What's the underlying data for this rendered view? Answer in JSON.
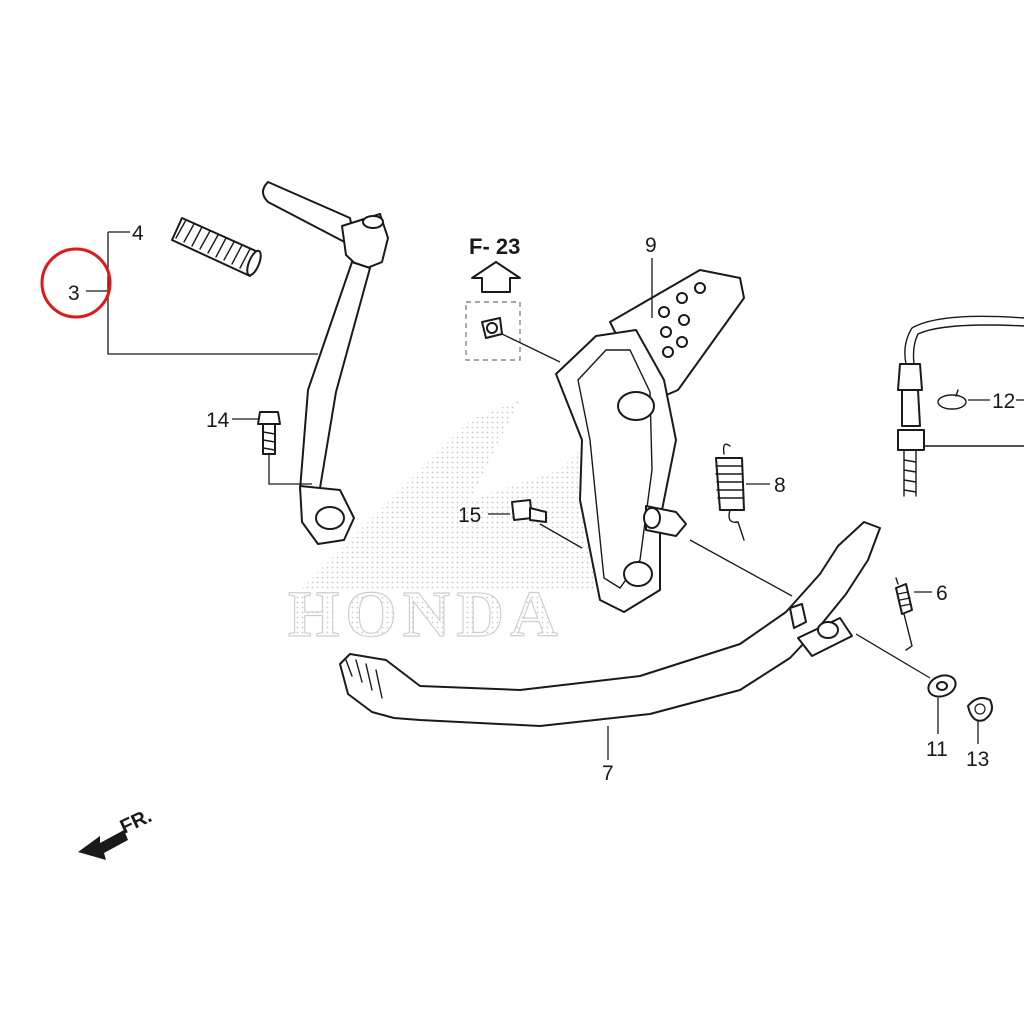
{
  "diagram": {
    "reference": "F- 23",
    "direction_label": "FR.",
    "watermark": "HONDA",
    "highlight_color": "#e01818",
    "line_color": "#1a1a1a",
    "callouts": [
      {
        "id": "3",
        "highlighted": true
      },
      {
        "id": "4"
      },
      {
        "id": "6"
      },
      {
        "id": "7"
      },
      {
        "id": "8"
      },
      {
        "id": "9"
      },
      {
        "id": "11"
      },
      {
        "id": "12"
      },
      {
        "id": "13"
      },
      {
        "id": "14"
      },
      {
        "id": "15"
      }
    ]
  }
}
